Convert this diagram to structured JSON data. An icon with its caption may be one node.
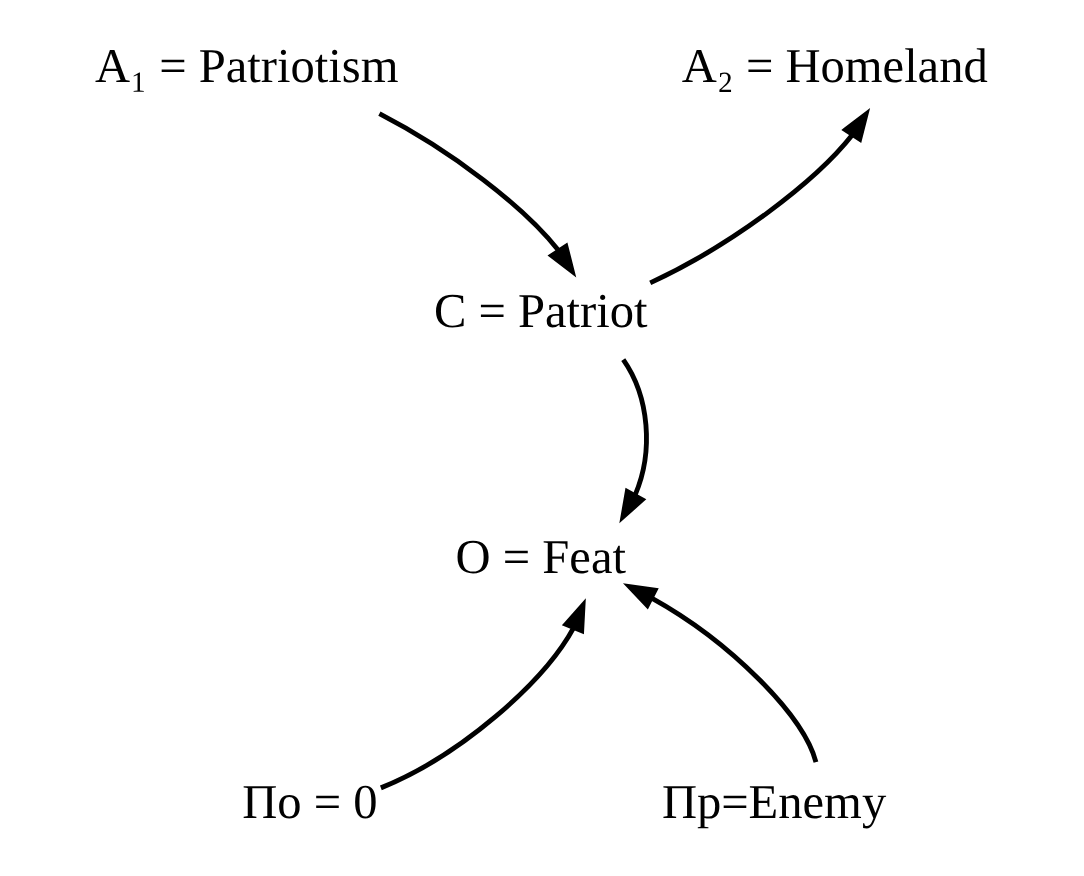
{
  "diagram": {
    "nodes": [
      {
        "text": [
          "A₁ = Patriotism"
        ]
      },
      {
        "text": [
          "A₂ = Homeland"
        ]
      },
      {
        "text": [
          "C = Patriot"
        ]
      },
      {
        "text": [
          "O = Feat"
        ]
      },
      {
        "text": [
          "По = 0"
        ]
      },
      {
        "text": [
          "Пр=Enemy"
        ]
      }
    ],
    "edges": [
      {
        "from": 0,
        "to": 2,
        "arrow": "to"
      },
      {
        "from": 2,
        "to": 1,
        "arrow": "to"
      },
      {
        "from": 2,
        "to": 3,
        "arrow": "to"
      },
      {
        "from": 4,
        "to": 3,
        "arrow": "to"
      },
      {
        "from": 5,
        "to": 3,
        "arrow": "to"
      }
    ]
  }
}
